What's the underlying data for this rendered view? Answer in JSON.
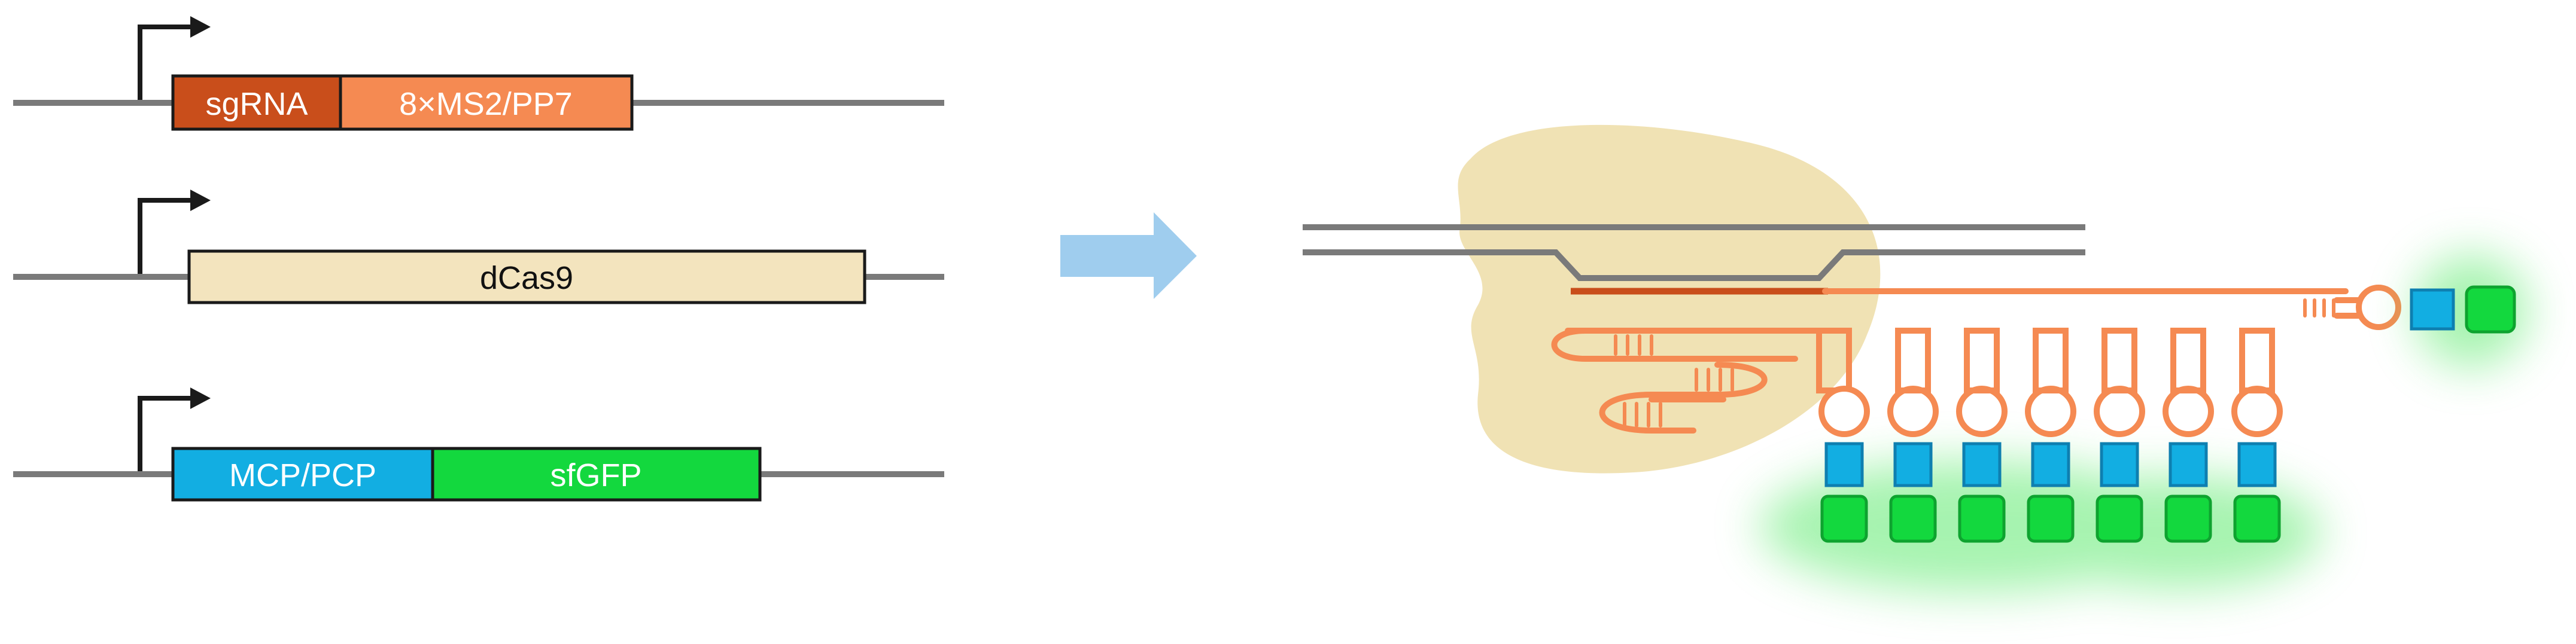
{
  "constructs": [
    {
      "id": "sgrna-construct",
      "segments": [
        {
          "name": "sgrna-box",
          "label": "sgRNA",
          "fill": "#C94E1B",
          "text_color": "#ffffff"
        },
        {
          "name": "ms2-pp7-box",
          "label": "8×MS2/PP7",
          "fill": "#F58A52",
          "text_color": "#ffffff"
        }
      ]
    },
    {
      "id": "dcas9-construct",
      "segments": [
        {
          "name": "dcas9-box",
          "label": "dCas9",
          "fill": "#F3E4BE",
          "text_color": "#111111"
        }
      ]
    },
    {
      "id": "reporter-construct",
      "segments": [
        {
          "name": "mcp-pcp-box",
          "label": "MCP/PCP",
          "fill": "#12AEE2",
          "text_color": "#ffffff"
        },
        {
          "name": "sfgfp-box",
          "label": "sfGFP",
          "fill": "#13D83E",
          "text_color": "#ffffff"
        }
      ]
    }
  ],
  "colors": {
    "dna_line": "#7A7A7A",
    "promoter_arrow": "#1a1a1a",
    "box_stroke": "#1a1a1a",
    "transition_arrow": "#9FCDEE",
    "dcas9_blob": "#F0E2B4",
    "sgrna_spacer": "#C94E1B",
    "rna_scaffold": "#F58A52",
    "coat_protein": "#12AEE2",
    "gfp": "#13D83E",
    "gfp_glow": "#5FEA70"
  },
  "icons": {
    "promoter": "bent-arrow-icon",
    "transition": "right-arrow-icon"
  }
}
